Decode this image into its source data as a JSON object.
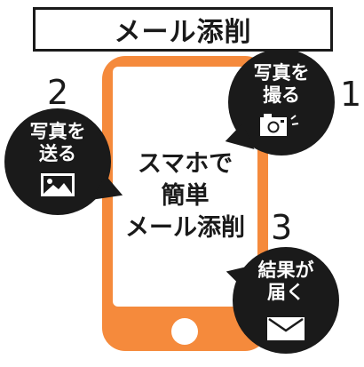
{
  "title": "メール添削",
  "phone": {
    "lines": [
      "スマホで",
      "簡単",
      "メール添削"
    ],
    "colors": {
      "body": "#f58a3c",
      "screen": "#ffffff"
    }
  },
  "steps": [
    {
      "number": "1",
      "lines": [
        "写真を",
        "撮る"
      ],
      "icon": "camera-icon"
    },
    {
      "number": "2",
      "lines": [
        "写真を",
        "送る"
      ],
      "icon": "image-icon"
    },
    {
      "number": "3",
      "lines": [
        "結果が",
        "届く"
      ],
      "icon": "envelope-icon"
    }
  ],
  "colors": {
    "bubble": "#1a1a1a",
    "accent": "#f58a3c"
  }
}
